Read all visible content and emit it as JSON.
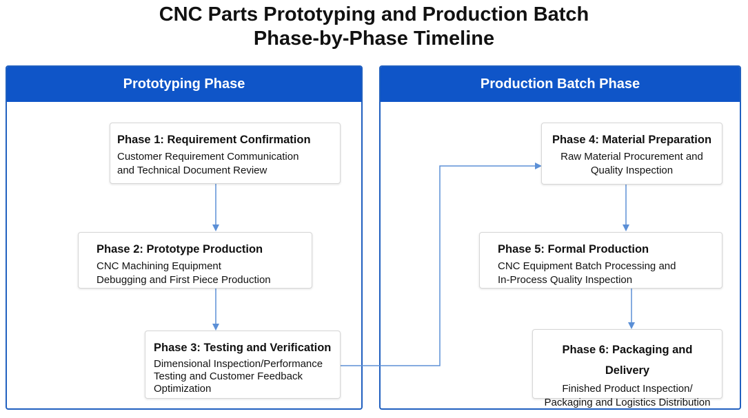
{
  "title": {
    "line1": "CNC Parts Prototyping and Production Batch",
    "line2": "Phase-by-Phase Timeline"
  },
  "panels": {
    "left": {
      "heading": "Prototyping Phase"
    },
    "right": {
      "heading": "Production Batch Phase"
    }
  },
  "phases": [
    {
      "title": "Phase 1: Requirement Confirmation",
      "lines": [
        "Customer Requirement Communication",
        "and Technical Document Review"
      ]
    },
    {
      "title": "Phase 2: Prototype Production",
      "lines": [
        "CNC Machining Equipment",
        "Debugging and First Piece Production"
      ]
    },
    {
      "title": "Phase 3: Testing and Verification",
      "lines": [
        "Dimensional Inspection/Performance",
        "Testing and Customer Feedback",
        "Optimization"
      ]
    },
    {
      "title": "Phase 4: Material Preparation",
      "lines": [
        "Raw Material Procurement and",
        "Quality Inspection"
      ]
    },
    {
      "title": "Phase 5: Formal Production",
      "lines": [
        "CNC Equipment Batch Processing and",
        "In-Process Quality Inspection"
      ]
    },
    {
      "title": "Phase 6: Packaging and Delivery",
      "lines": [
        "Finished Product Inspection/",
        "Packaging and Logistics Distribution"
      ]
    }
  ],
  "colors": {
    "header_blue": "#0f55c8",
    "panel_border": "#1f5fbf",
    "connector": "#5b8fd6"
  }
}
